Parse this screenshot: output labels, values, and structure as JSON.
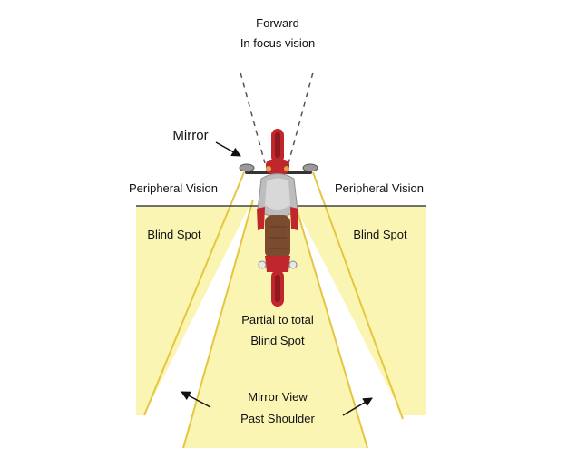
{
  "labels": {
    "forward": "Forward",
    "in_focus": "In focus vision",
    "mirror": "Mirror",
    "peripheral_left": "Peripheral Vision",
    "peripheral_right": "Peripheral Vision",
    "blind_spot_left": "Blind Spot",
    "blind_spot_right": "Blind Spot",
    "partial_line1": "Partial to total",
    "partial_line2": "Blind Spot",
    "mirror_view_line1": "Mirror View",
    "mirror_view_line2": "Past Shoulder"
  },
  "colors": {
    "zone_fill": "#fbf5b4",
    "zone_edge": "#e4c640",
    "bike_red": "#c0272d",
    "bike_dark_red": "#8e1a1f",
    "fairing_gray": "#bdbdbd",
    "seat_brown": "#7a4b2e",
    "line_dark": "#333333"
  },
  "icons": [
    "motorcycle-icon",
    "mirror-arrow-icon",
    "mirror-view-left-arrow-icon",
    "mirror-view-right-arrow-icon"
  ]
}
